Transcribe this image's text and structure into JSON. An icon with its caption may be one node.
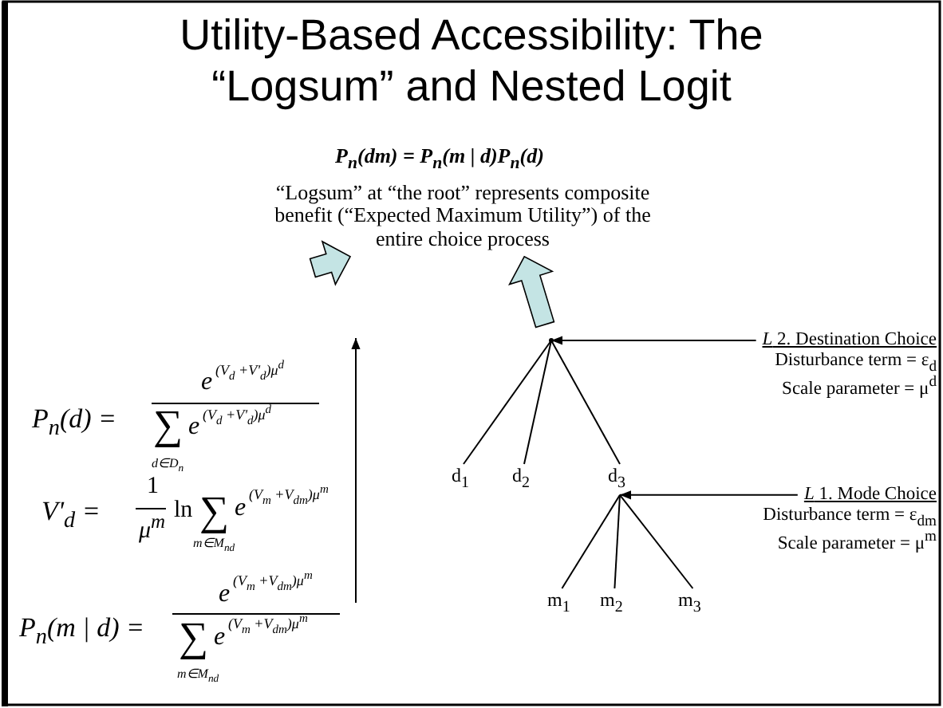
{
  "diagram": {
    "title": "Utility-Based Accessibility: The “Logsum” and Nested Logit",
    "nodes": [
      {
        "text": [
          "“Logsum” at “the root” represents composite benefit (“Expected Maximum Utility”) of the entire choice process"
        ]
      },
      {
        "text": [],
        "shape": "point"
      },
      {
        "text": [
          "*L* 2. Destination Choice",
          "Disturbance term = ε$_{d}$",
          "Scale parameter = μ$^{d}$"
        ]
      },
      {
        "text": [
          "d$_{1}$"
        ]
      },
      {
        "text": [
          "d$_{2}$"
        ]
      },
      {
        "text": [
          "d$_{3}$"
        ]
      },
      {
        "text": [
          "*L* 1. Mode Choice",
          "Disturbance term = ε$_{dm}$",
          "Scale parameter = μ$^{m}$"
        ]
      },
      {
        "text": [
          "m$_{1}$"
        ]
      },
      {
        "text": [
          "m$_{2}$"
        ]
      },
      {
        "text": [
          "m$_{3}$"
        ]
      }
    ],
    "edges": [
      {
        "from": 1,
        "to": 3,
        "arrow": "none"
      },
      {
        "from": 1,
        "to": 4,
        "arrow": "none"
      },
      {
        "from": 1,
        "to": 5,
        "arrow": "none"
      },
      {
        "from": 5,
        "to": 7,
        "arrow": "none"
      },
      {
        "from": 5,
        "to": 8,
        "arrow": "none"
      },
      {
        "from": 5,
        "to": 9,
        "arrow": "none"
      },
      {
        "from": 2,
        "to": 1,
        "arrow": "to"
      },
      {
        "from": 6,
        "to": 5,
        "arrow": "to"
      },
      {
        "from": null,
        "to": 0,
        "arrow": "to",
        "style": "thick",
        "color": "#c4e4e4"
      },
      {
        "from": 1,
        "to": 0,
        "arrow": "to",
        "style": "thick",
        "color": "#c4e4e4"
      }
    ],
    "labels": [
      "P$_{n}$(dm) = P$_{n}$(m | d)P$_{n}$(d)",
      "P$_{n}$(d) =",
      "e",
      "(V$_{d}$ +V'$_{d}$)μ$^{d}$",
      "∑",
      "e",
      "(V$_{d}$ +V'$_{d}$)μ$^{d}$",
      "d∈D$_{n}$",
      "V'$_{d}$ =",
      "1",
      "μ$^{m}$",
      "ln",
      "∑",
      "e",
      "(V$_{m}$ +V$_{dm}$)μ$^{m}$",
      "m∈M$_{nd}$",
      "P$_{n}$(m | d) =",
      "e",
      "(V$_{m}$ +V$_{dm}$)μ$^{m}$",
      "∑",
      "e",
      "(V$_{m}$ +V$_{dm}$)μ$^{m}$",
      "m∈M$_{nd}$"
    ]
  }
}
